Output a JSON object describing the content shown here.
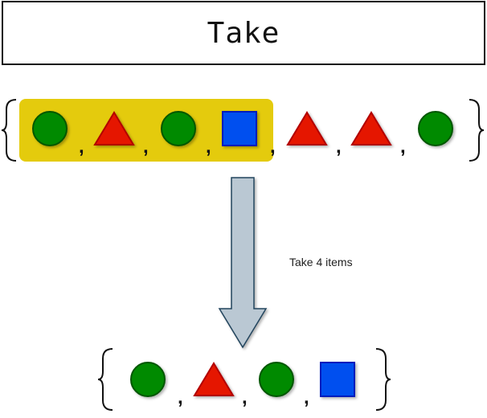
{
  "title": "Take",
  "operation_label": "Take 4 items",
  "source_sequence": [
    "circle",
    "triangle",
    "circle",
    "square",
    "triangle",
    "triangle",
    "circle"
  ],
  "result_sequence": [
    "circle",
    "triangle",
    "circle",
    "square"
  ],
  "highlighted_count": 4,
  "colors": {
    "circle": "#008a00",
    "triangle": "#e51400",
    "square": "#0050ef",
    "highlight": "#e3c800",
    "arrow": "#bac8d3"
  }
}
